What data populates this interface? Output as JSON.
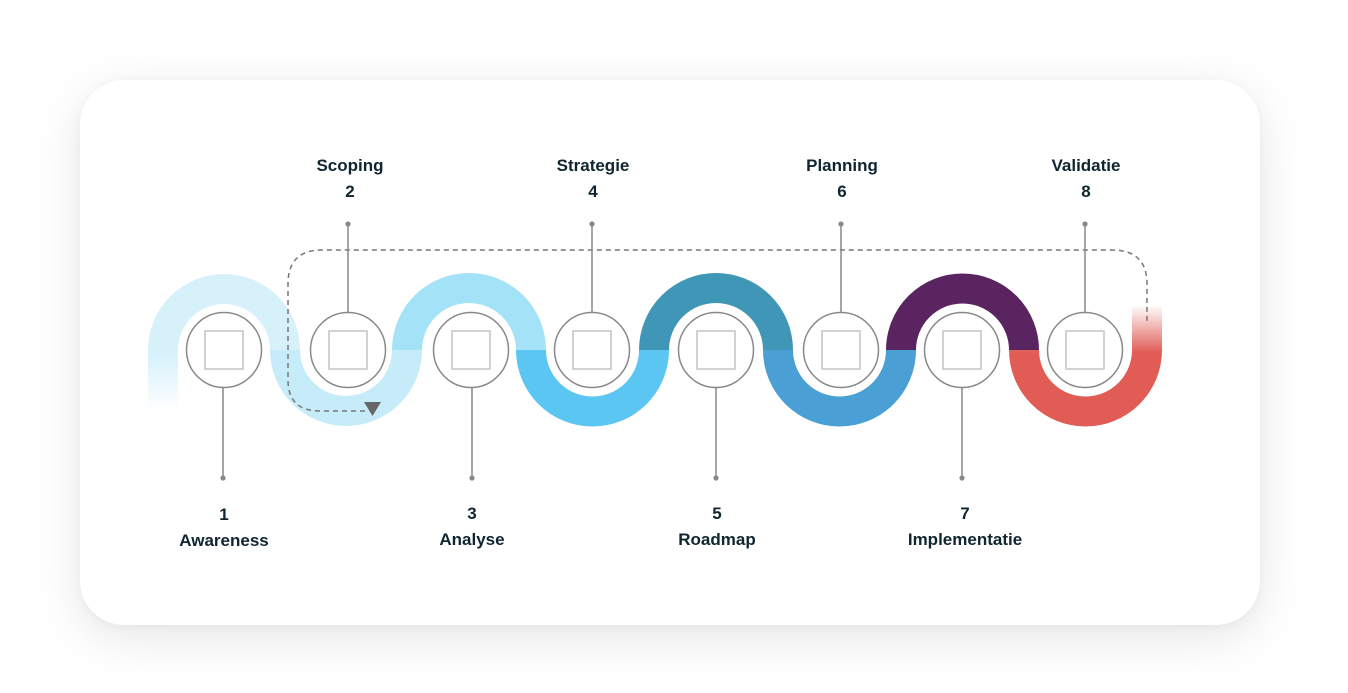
{
  "steps": [
    {
      "number": "1",
      "name": "Awareness"
    },
    {
      "number": "2",
      "name": "Scoping"
    },
    {
      "number": "3",
      "name": "Analyse"
    },
    {
      "number": "4",
      "name": "Strategie"
    },
    {
      "number": "5",
      "name": "Roadmap"
    },
    {
      "number": "6",
      "name": "Planning"
    },
    {
      "number": "7",
      "name": "Implementatie"
    },
    {
      "number": "8",
      "name": "Validatie"
    }
  ],
  "colors": {
    "step1": "#d7f1fb",
    "step2": "#c6ecfa",
    "step3": "#a3e2f7",
    "step4": "#5bc6f2",
    "step5": "#3f96b7",
    "step6": "#4a9fd4",
    "step7": "#5a2460",
    "step8": "#e05c55",
    "text": "#0f2530",
    "connector": "#888888"
  }
}
